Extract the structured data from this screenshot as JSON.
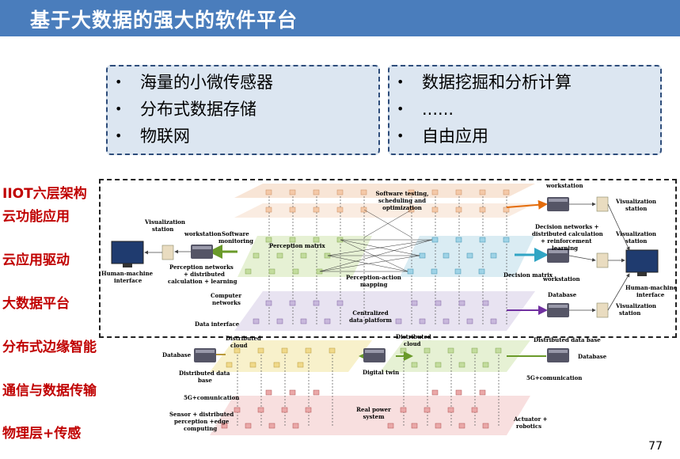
{
  "title": "基于大数据的强大的软件平台",
  "box_left": {
    "items": [
      "海量的小微传感器",
      "分布式数据存储",
      "物联网"
    ]
  },
  "box_right": {
    "items": [
      "数据挖掘和分析计算",
      "......",
      "自由应用"
    ]
  },
  "side_labels": [
    "IIOT六层架构",
    "云功能应用",
    "云应用驱动",
    "大数据平台",
    "分布式边缘智能",
    "通信与数据传输",
    "物理层+传感"
  ],
  "diagram": {
    "software_testing": "Software testing,",
    "scheduling": "scheduling and",
    "optimization": "optimization",
    "workstation_top": "workstation",
    "visualization_station": "Visualization",
    "station": "station",
    "software_monitoring_1": "Software",
    "software_monitoring_2": "monitoring",
    "workstation_left": "workstation",
    "perception_matrix": "Perception matrix",
    "perception_networks_1": "Perception networks",
    "perception_networks_2": "+ distributed",
    "perception_networks_3": "calculation + learning",
    "hmi_1": "Human-machine",
    "hmi_2": "interface",
    "perception_action_1": "Perception-action",
    "perception_action_2": "mapping",
    "decision_networks_1": "Decision networks +",
    "decision_networks_2": "distributed calculation",
    "decision_networks_3": "+ reinforcement",
    "decision_networks_4": "learning",
    "decision_matrix": "Decision matrix",
    "workstation_right": "workstation",
    "computer_networks_1": "Computer",
    "computer_networks_2": "networks",
    "database_right": "Database",
    "centralized_1": "Centralized",
    "centralized_2": "data platform",
    "data_interface": "Data interface",
    "distributed_cloud_1": "Distributed",
    "distributed_cloud_2": "cloud",
    "database_left": "Database",
    "distributed_db_1": "Distributed data",
    "distributed_db_2": "base",
    "digital_twin": "Digital twin",
    "distributed_data_base": "Distributed data base",
    "database_right2": "Database",
    "g5_left": "5G+comunication",
    "g5_right": "5G+comunication",
    "real_power_1": "Real power",
    "real_power_2": "system",
    "sensor_1": "Sensor + distributed",
    "sensor_2": "perception +edge",
    "sensor_3": "computing",
    "actuator_1": "Actuator +",
    "actuator_2": "robotics"
  },
  "page_number": "77",
  "colors": {
    "title_bar": "#4a7dbc",
    "box_fill": "#dce6f1",
    "box_border": "#2e4d7b",
    "label_red": "#c00000",
    "layer_orange": "#f6dcc8",
    "layer_green": "#e3efcf",
    "layer_blue": "#d6eaf2",
    "layer_purple": "#e6e0ef",
    "layer_yellow": "#f7efc5",
    "layer_pink": "#f7dcdc"
  }
}
